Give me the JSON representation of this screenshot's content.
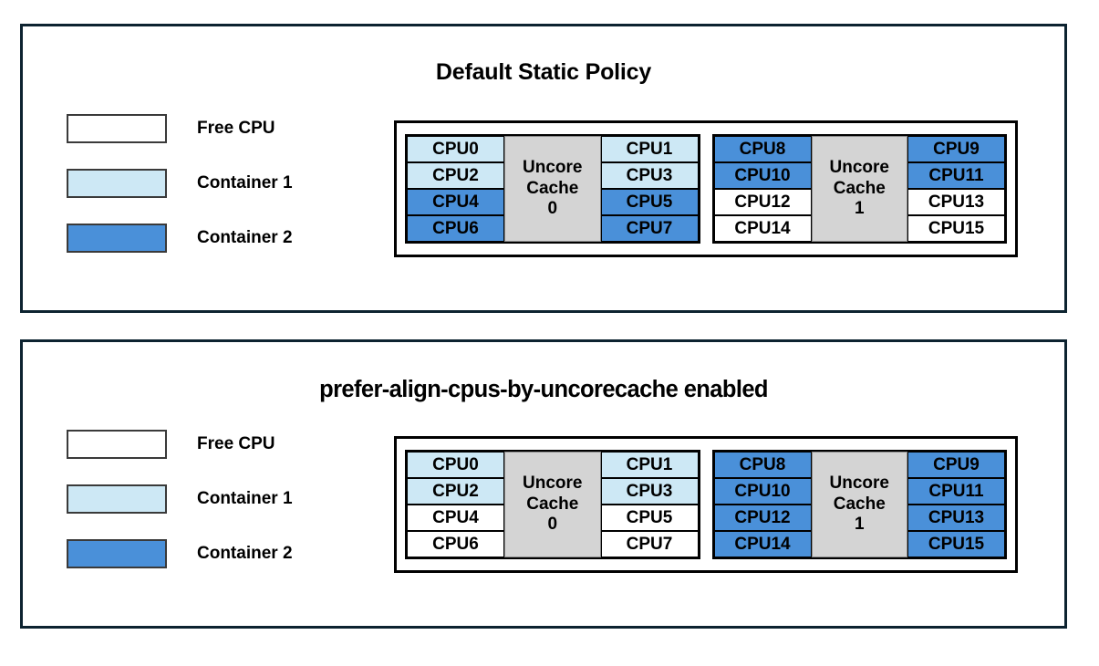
{
  "colors": {
    "free": "#ffffff",
    "container1": "#cde8f5",
    "container2": "#4a90d9",
    "cache": "#d4d4d4",
    "panel_border": "#0d2330",
    "cell_border": "#000000"
  },
  "legend": {
    "items": [
      {
        "label": "Free CPU",
        "fill": "#ffffff"
      },
      {
        "label": "Container 1",
        "fill": "#cde8f5"
      },
      {
        "label": "Container 2",
        "fill": "#4a90d9"
      }
    ]
  },
  "panels": [
    {
      "id": "default-static-policy",
      "title": "Default Static Policy",
      "diagram": {
        "groups": [
          {
            "cache_label_line1": "Uncore",
            "cache_label_line2": "Cache",
            "cache_index": "0",
            "left_column": [
              {
                "label": "CPU0",
                "fill": "#cde8f5",
                "owner": "Container 1"
              },
              {
                "label": "CPU2",
                "fill": "#cde8f5",
                "owner": "Container 1"
              },
              {
                "label": "CPU4",
                "fill": "#4a90d9",
                "owner": "Container 2"
              },
              {
                "label": "CPU6",
                "fill": "#4a90d9",
                "owner": "Container 2"
              }
            ],
            "right_column": [
              {
                "label": "CPU1",
                "fill": "#cde8f5",
                "owner": "Container 1"
              },
              {
                "label": "CPU3",
                "fill": "#cde8f5",
                "owner": "Container 1"
              },
              {
                "label": "CPU5",
                "fill": "#4a90d9",
                "owner": "Container 2"
              },
              {
                "label": "CPU7",
                "fill": "#4a90d9",
                "owner": "Container 2"
              }
            ]
          },
          {
            "cache_label_line1": "Uncore",
            "cache_label_line2": "Cache",
            "cache_index": "1",
            "left_column": [
              {
                "label": "CPU8",
                "fill": "#4a90d9",
                "owner": "Container 2"
              },
              {
                "label": "CPU10",
                "fill": "#4a90d9",
                "owner": "Container 2"
              },
              {
                "label": "CPU12",
                "fill": "#ffffff",
                "owner": "Free CPU"
              },
              {
                "label": "CPU14",
                "fill": "#ffffff",
                "owner": "Free CPU"
              }
            ],
            "right_column": [
              {
                "label": "CPU9",
                "fill": "#4a90d9",
                "owner": "Container 2"
              },
              {
                "label": "CPU11",
                "fill": "#4a90d9",
                "owner": "Container 2"
              },
              {
                "label": "CPU13",
                "fill": "#ffffff",
                "owner": "Free CPU"
              },
              {
                "label": "CPU15",
                "fill": "#ffffff",
                "owner": "Free CPU"
              }
            ]
          }
        ]
      }
    },
    {
      "id": "prefer-align-cpus-by-uncorecache",
      "title": "prefer-align-cpus-by-uncorecache enabled",
      "diagram": {
        "groups": [
          {
            "cache_label_line1": "Uncore",
            "cache_label_line2": "Cache",
            "cache_index": "0",
            "left_column": [
              {
                "label": "CPU0",
                "fill": "#cde8f5",
                "owner": "Container 1"
              },
              {
                "label": "CPU2",
                "fill": "#cde8f5",
                "owner": "Container 1"
              },
              {
                "label": "CPU4",
                "fill": "#ffffff",
                "owner": "Free CPU"
              },
              {
                "label": "CPU6",
                "fill": "#ffffff",
                "owner": "Free CPU"
              }
            ],
            "right_column": [
              {
                "label": "CPU1",
                "fill": "#cde8f5",
                "owner": "Container 1"
              },
              {
                "label": "CPU3",
                "fill": "#cde8f5",
                "owner": "Container 1"
              },
              {
                "label": "CPU5",
                "fill": "#ffffff",
                "owner": "Free CPU"
              },
              {
                "label": "CPU7",
                "fill": "#ffffff",
                "owner": "Free CPU"
              }
            ]
          },
          {
            "cache_label_line1": "Uncore",
            "cache_label_line2": "Cache",
            "cache_index": "1",
            "left_column": [
              {
                "label": "CPU8",
                "fill": "#4a90d9",
                "owner": "Container 2"
              },
              {
                "label": "CPU10",
                "fill": "#4a90d9",
                "owner": "Container 2"
              },
              {
                "label": "CPU12",
                "fill": "#4a90d9",
                "owner": "Container 2"
              },
              {
                "label": "CPU14",
                "fill": "#4a90d9",
                "owner": "Container 2"
              }
            ],
            "right_column": [
              {
                "label": "CPU9",
                "fill": "#4a90d9",
                "owner": "Container 2"
              },
              {
                "label": "CPU11",
                "fill": "#4a90d9",
                "owner": "Container 2"
              },
              {
                "label": "CPU13",
                "fill": "#4a90d9",
                "owner": "Container 2"
              },
              {
                "label": "CPU15",
                "fill": "#4a90d9",
                "owner": "Container 2"
              }
            ]
          }
        ]
      }
    }
  ]
}
